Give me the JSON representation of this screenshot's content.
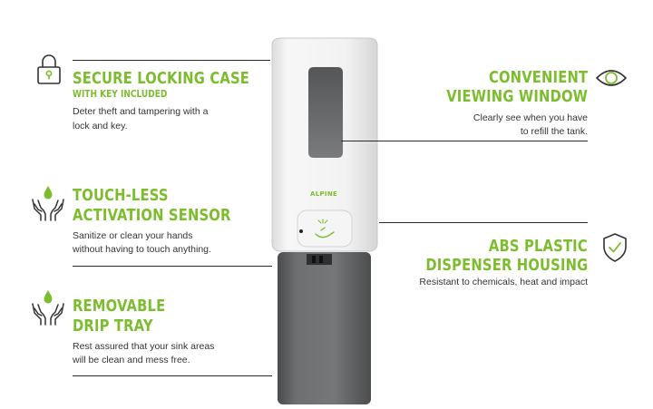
{
  "features": {
    "lock": {
      "title": "SECURE LOCKING CASE",
      "subtitle": "WITH KEY INCLUDED",
      "desc1": "Deter theft and tampering with a",
      "desc2": "lock and key."
    },
    "touchless": {
      "title1": "TOUCH-LESS",
      "title2": "ACTIVATION SENSOR",
      "desc1": "Sanitize or clean your hands",
      "desc2": "without having to touch anything."
    },
    "drip": {
      "title1": "REMOVABLE",
      "title2": "DRIP TRAY",
      "desc1": "Rest assured that your sink areas",
      "desc2": "will be clean and mess free."
    },
    "window": {
      "title1": "CONVENIENT",
      "title2": "VIEWING WINDOW",
      "desc1": "Clearly see when you have",
      "desc2": "to refill the tank."
    },
    "housing": {
      "title1": "ABS PLASTIC",
      "title2": "DISPENSER HOUSING",
      "desc1": "Resistant to chemicals, heat and impact"
    }
  },
  "product": {
    "brand": "ALPINE"
  },
  "colors": {
    "accent_green": "#7cbd2d",
    "text": "#333333",
    "line": "#2b2b2b"
  },
  "icons": [
    "padlock-icon",
    "hands-drop-icon",
    "hands-drop-icon",
    "eye-icon",
    "shield-check-icon"
  ]
}
